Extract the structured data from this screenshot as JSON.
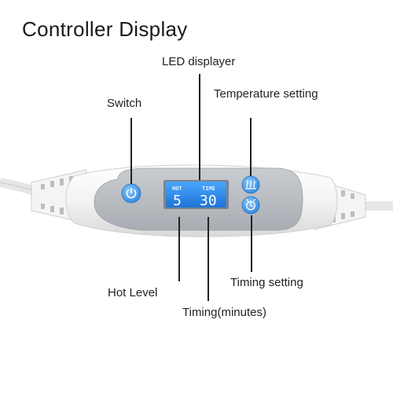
{
  "title": "Controller Display",
  "labels": {
    "led": "LED displayer",
    "switch": "Switch",
    "temperature": "Temperature setting",
    "hot_level": "Hot Level",
    "timing_setting": "Timing setting",
    "timing_minutes": "Timing(minutes)"
  },
  "display": {
    "hot_label": "HOT",
    "time_label": "TIME",
    "hot_value": "5",
    "time_value": "30"
  },
  "colors": {
    "lcd": "#2e8ff0",
    "button": "#3d97e6",
    "panel": "#b9bcc1",
    "body": "#f2f2f2"
  },
  "icons": {
    "switch": "power-icon",
    "temperature": "heat-waves-icon",
    "timing": "clock-icon"
  }
}
